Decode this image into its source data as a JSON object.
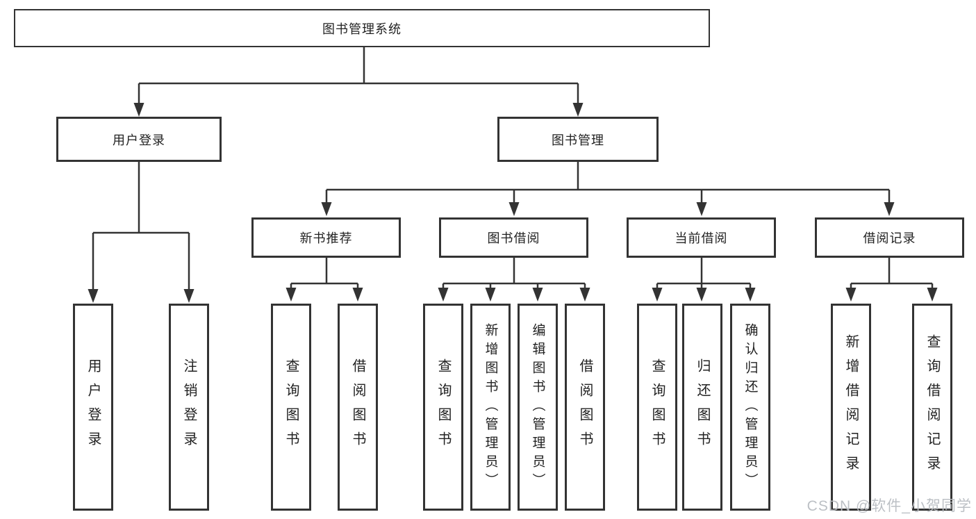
{
  "title": "图书管理系统",
  "branches": [
    {
      "label": "用户登录",
      "children": [
        {
          "label": "用户登录"
        },
        {
          "label": "注销登录"
        }
      ]
    },
    {
      "label": "图书管理",
      "children": [
        {
          "label": "新书推荐",
          "children": [
            {
              "label": "查询图书"
            },
            {
              "label": "借阅图书"
            }
          ]
        },
        {
          "label": "图书借阅",
          "children": [
            {
              "label": "查询图书"
            },
            {
              "label": "新增图书（管理员）"
            },
            {
              "label": "编辑图书（管理员）"
            },
            {
              "label": "借阅图书"
            }
          ]
        },
        {
          "label": "当前借阅",
          "children": [
            {
              "label": "查询图书"
            },
            {
              "label": "归还图书"
            },
            {
              "label": "确认归还（管理员）"
            }
          ]
        },
        {
          "label": "借阅记录",
          "children": [
            {
              "label": "新增借阅记录"
            },
            {
              "label": "查询借阅记录"
            }
          ]
        }
      ]
    }
  ],
  "watermark": "CSDN @软件_小贺同学",
  "colors": {
    "line": "#333333",
    "text": "#222222",
    "watermark": "#b9bdc2",
    "background": "#ffffff"
  }
}
